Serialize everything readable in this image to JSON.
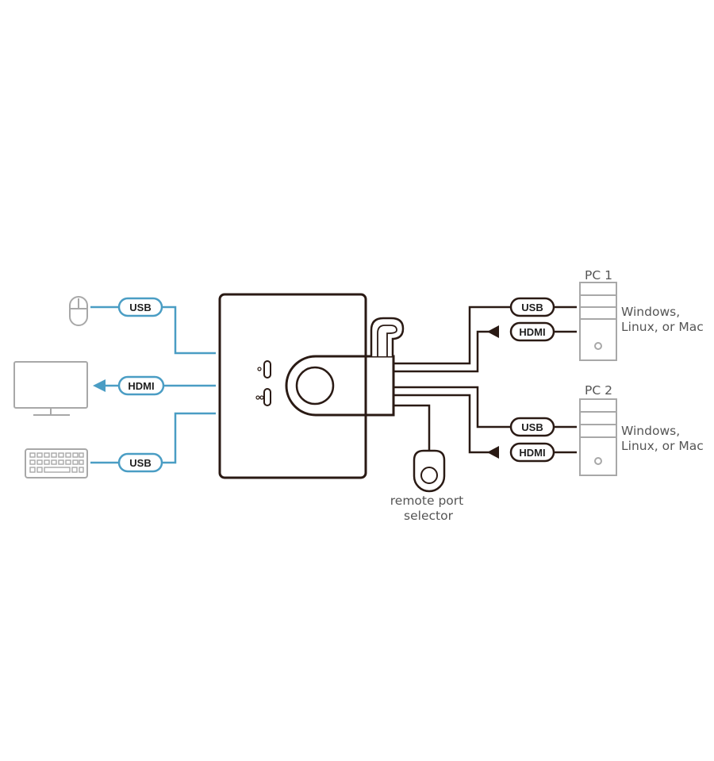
{
  "left": {
    "mouse_cable_label": "USB",
    "monitor_cable_label": "HDMI",
    "keyboard_cable_label": "USB"
  },
  "pc1": {
    "title": "PC 1",
    "os_line1": "Windows,",
    "os_line2": "Linux, or Mac",
    "usb_label": "USB",
    "hdmi_label": "HDMI"
  },
  "pc2": {
    "title": "PC 2",
    "os_line1": "Windows,",
    "os_line2": "Linux, or Mac",
    "usb_label": "USB",
    "hdmi_label": "HDMI"
  },
  "remote": {
    "line1": "remote port",
    "line2": "selector"
  },
  "colors": {
    "blue_cable": "#4a9dc4",
    "dark_cable": "#2a1a14",
    "device_gray": "#a8a8a8"
  },
  "icons": [
    "mouse-icon",
    "monitor-icon",
    "keyboard-icon",
    "pc-tower-icon"
  ]
}
